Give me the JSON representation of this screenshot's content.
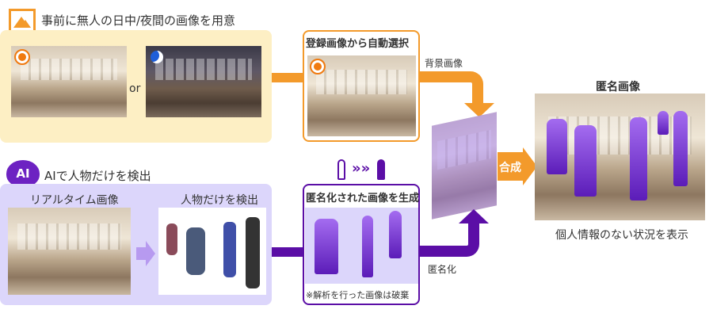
{
  "top": {
    "title": "事前に無人の日中/夜間の画像を用意",
    "or_label": "or"
  },
  "auto_select": {
    "title": "登録画像から自動選択"
  },
  "background_label": "背景画像",
  "composite_label": "合成",
  "result": {
    "title": "匿名画像",
    "caption": "個人情報のない状況を表示"
  },
  "ai": {
    "icon_text": "AI",
    "title": "AIで人物だけを検出",
    "realtime_label": "リアルタイム画像",
    "detect_label": "人物だけを検出"
  },
  "anonymize": {
    "title": "匿名化された画像を生成",
    "note": "※解析を行った画像は破棄",
    "chevrons": "»»"
  },
  "anonymize_label": "匿名化",
  "colors": {
    "orange": "#f39a2b",
    "purple": "#5b0ea6",
    "lavender": "#dcd6fb",
    "cream": "#fdefc4"
  }
}
